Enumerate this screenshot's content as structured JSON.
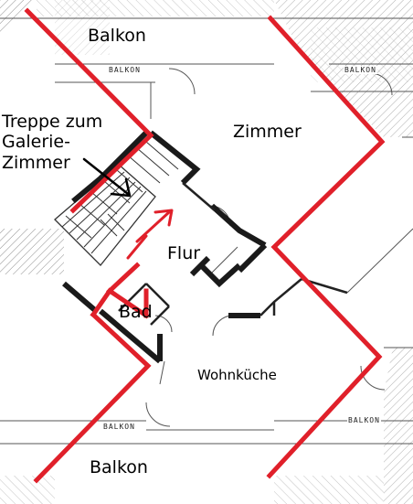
{
  "labels": {
    "balkon_top": "Balkon",
    "balkon_bottom": "Balkon",
    "treppe_line1": "Treppe zum",
    "treppe_line2": "Galerie-",
    "treppe_line3": "Zimmer",
    "zimmer": "Zimmer",
    "flur": "Flur",
    "bad": "Bad",
    "wohnkueche": "Wohnküche"
  },
  "plan_text": {
    "balkon_tag": "BALKON"
  },
  "colors": {
    "wall_highlight": "#e0202a",
    "wall_dark": "#1a1a1a",
    "hatch": "#7a7a7a",
    "arrow_red": "#e0202a",
    "arrow_black": "#000000"
  }
}
